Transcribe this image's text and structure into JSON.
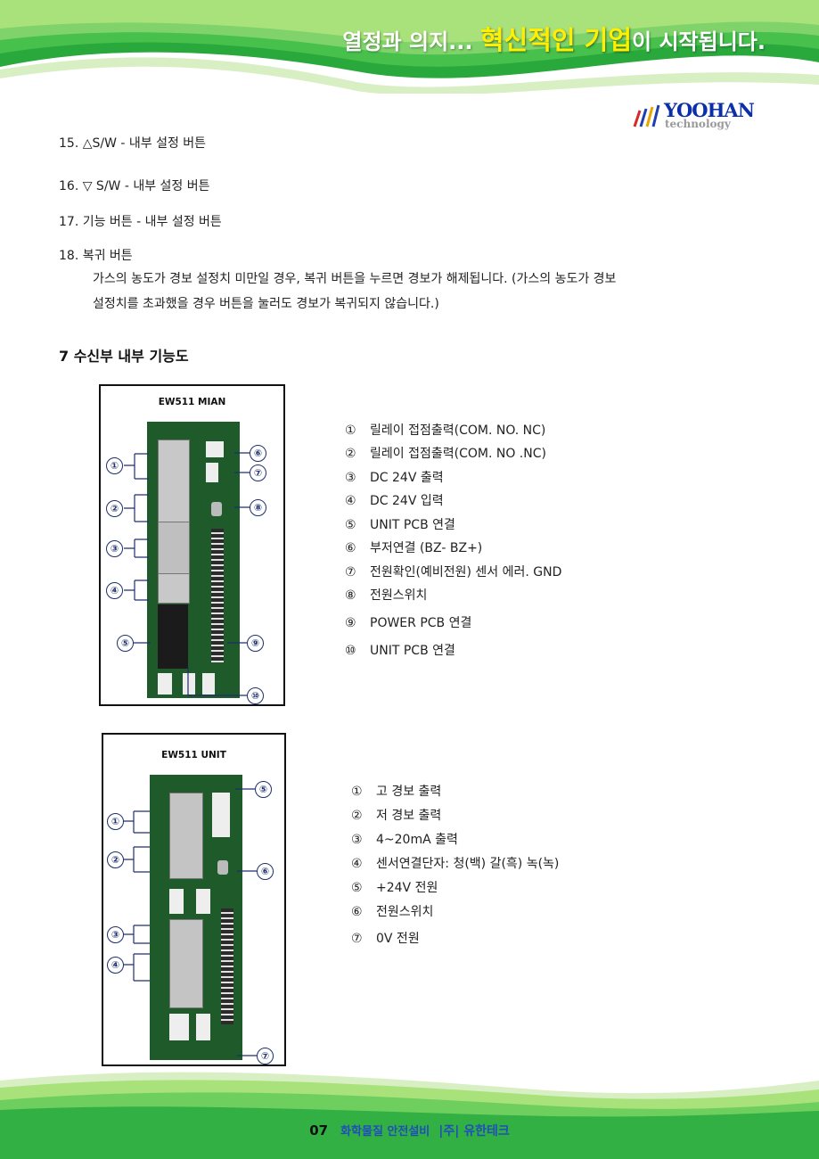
{
  "header": {
    "slogan_pre": "열정과 의지... ",
    "slogan_highlight": "혁신적인 기업",
    "slogan_post": "이 시작됩니다."
  },
  "logo": {
    "name": "YOOHAN",
    "sub": "technology"
  },
  "items": [
    {
      "text": "15.  △S/W - 내부 설정 버튼"
    },
    {
      "text": "16.  ▽ S/W - 내부 설정 버튼"
    },
    {
      "text": "17.  기능 버튼 - 내부 설정 버튼"
    },
    {
      "text": "18. 복귀 버튼"
    }
  ],
  "item18_desc": [
    "가스의 농도가 경보 설정치 미만일 경우, 복귀 버튼을 누르면 경보가 해제됩니다. (가스의 농도가 경보",
    "설정치를 초과했을 경우 버튼을 눌러도 경보가 복귀되지 않습니다.)"
  ],
  "section_title": "7 수신부 내부 기능도",
  "figure1": {
    "label": "EW511 MIAN",
    "callouts": [
      "①",
      "②",
      "③",
      "④",
      "⑤",
      "⑥",
      "⑦",
      "⑧",
      "⑨",
      "⑩"
    ],
    "legend": [
      {
        "num": "①",
        "text": "릴레이 접점출력(COM. NO. NC)"
      },
      {
        "num": "②",
        "text": "릴레이 접점출력(COM. NO .NC)"
      },
      {
        "num": "③",
        "text": "DC 24V 출력"
      },
      {
        "num": "④",
        "text": "DC 24V 입력"
      },
      {
        "num": "⑤",
        "text": "UNIT PCB 연결"
      },
      {
        "num": "⑥",
        "text": "부저연결 (BZ- BZ+)"
      },
      {
        "num": "⑦",
        "text": "전원확인(예비전원) 센서 에러. GND"
      },
      {
        "num": "⑧",
        "text": "전원스위치"
      },
      {
        "num": "⑨",
        "text": "POWER PCB 연결"
      },
      {
        "num": "⑩",
        "text": "UNIT PCB 연결"
      }
    ]
  },
  "figure2": {
    "label": "EW511 UNIT",
    "callouts": [
      "①",
      "②",
      "③",
      "④",
      "⑤",
      "⑥",
      "⑦"
    ],
    "legend": [
      {
        "num": "①",
        "text": "고 경보 출력"
      },
      {
        "num": "②",
        "text": "저 경보 출력"
      },
      {
        "num": "③",
        "text": "4~20mA 출력"
      },
      {
        "num": "④",
        "text": "센서연결단자: 청(백) 갈(흑) 녹(녹)"
      },
      {
        "num": "⑤",
        "text": "+24V 전원"
      },
      {
        "num": "⑥",
        "text": "전원스위치"
      },
      {
        "num": "⑦",
        "text": "0V 전원"
      }
    ]
  },
  "footer": {
    "page": "07",
    "text_a": "화학물질 안전설비",
    "text_b": "|주| 유한테크"
  }
}
